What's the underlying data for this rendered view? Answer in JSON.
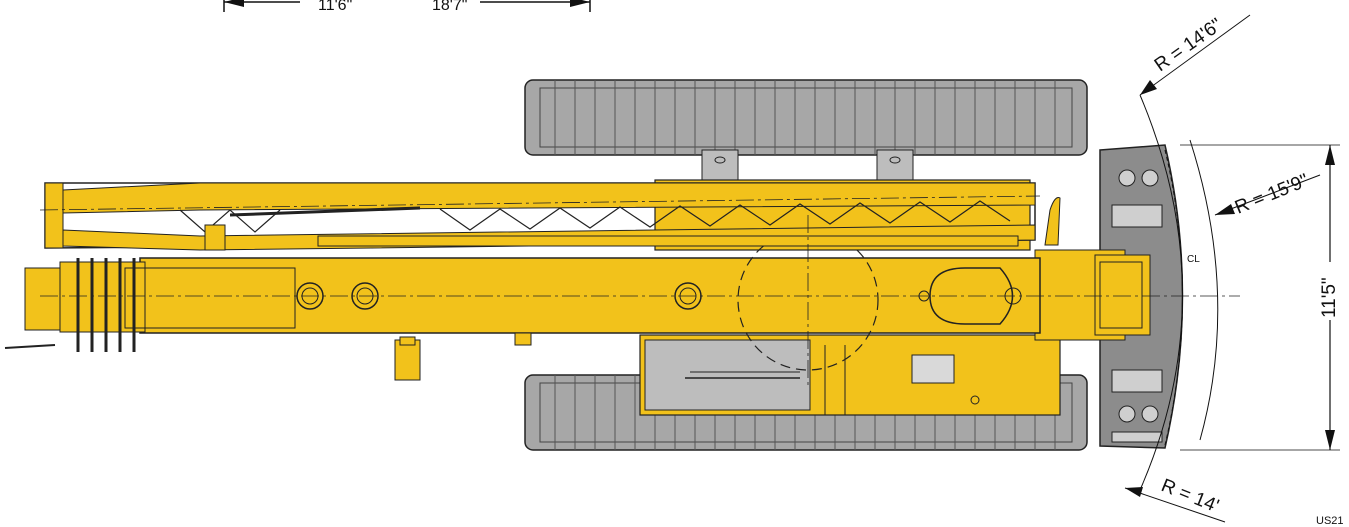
{
  "dimensions": {
    "top_left": "11'6\"",
    "top_right": "18'7\"",
    "radius_top": "R = 14'6\"",
    "radius_mid": "R = 15'9\"",
    "radius_bottom": "R = 14'",
    "width": "11'5\""
  },
  "marker": {
    "cl": "CL"
  },
  "figure_code": "US21",
  "colors": {
    "crane_yellow": "#f2c21b",
    "track_gray": "#a7a7a7",
    "counterweight_gray": "#8c8c8c",
    "line": "#1a1a1a"
  }
}
